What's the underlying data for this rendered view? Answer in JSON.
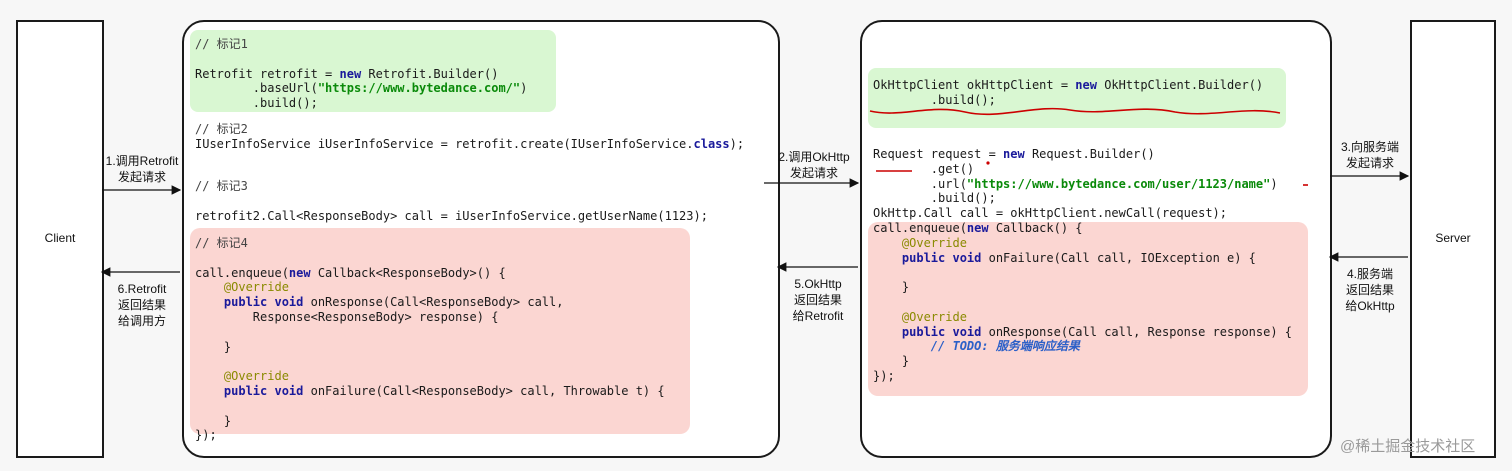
{
  "client": {
    "label": "Client"
  },
  "server": {
    "label": "Server"
  },
  "arrows": {
    "a1": "1.调用Retrofit\n发起请求",
    "a2": "2.调用OkHttp\n发起请求",
    "a3": "3.向服务端\n发起请求",
    "a4": "4.服务端\n返回结果\n给OkHttp",
    "a5": "5.OkHttp\n返回结果\n给Retrofit",
    "a6": "6.Retrofit\n返回结果\n给调用方"
  },
  "retrofit_panel": {
    "mark1_comment": "// 标记1",
    "mark1_l1_a": "Retrofit retrofit = ",
    "mark1_l1_kw": "new",
    "mark1_l1_b": " Retrofit.Builder()",
    "mark1_l2_a": "        .baseUrl(",
    "mark1_l2_str": "\"https://www.bytedance.com/\"",
    "mark1_l2_b": ")",
    "mark1_l3": "        .build();",
    "mark2_comment": "// 标记2",
    "mark2_l1_a": "IUserInfoService iUserInfoService = retrofit.create(IUserInfoService.",
    "mark2_l1_kw": "class",
    "mark2_l1_b": ");",
    "mark3_comment": "// 标记3",
    "mark3_l1": "retrofit2.Call<ResponseBody> call = iUserInfoService.getUserName(1123);",
    "mark4_comment": "// 标记4",
    "m4_l1_a": "call.enqueue(",
    "m4_l1_kw": "new",
    "m4_l1_b": " Callback<ResponseBody>() {",
    "m4_override1": "    @Override",
    "m4_l3_kw": "    public void",
    "m4_l3_b": " onResponse(Call<ResponseBody> call,",
    "m4_l4": "        Response<ResponseBody> response) {",
    "m4_l5": "",
    "m4_l6": "    }",
    "m4_l7": "",
    "m4_override2": "    @Override",
    "m4_l9_kw": "    public void",
    "m4_l9_b": " onFailure(Call<ResponseBody> call, Throwable t) {",
    "m4_l10": "",
    "m4_l11": "    }",
    "m4_l12": "});"
  },
  "okhttp_panel": {
    "client_l1_a": "OkHttpClient okHttpClient = ",
    "client_l1_kw": "new",
    "client_l1_b": " OkHttpClient.Builder()",
    "client_l2": "        .build();",
    "req_l1_a": "Request request = ",
    "req_l1_kw": "new",
    "req_l1_b": " Request.Builder()",
    "req_l2": "        .get()",
    "req_l3_a": "        .url(",
    "req_l3_str": "\"https://www.bytedance.com/user/1123/name\"",
    "req_l3_b": ")",
    "req_l4": "        .build();",
    "call_l1": "OkHttp.Call call = okHttpClient.newCall(request);",
    "enq_l1_a": "call.enqueue(",
    "enq_l1_kw": "new",
    "enq_l1_b": " Callback() {",
    "enq_override1": "    @Override",
    "enq_l3_kw": "    public void",
    "enq_l3_b": " onFailure(Call call, IOException e) {",
    "enq_l4": "",
    "enq_l5": "    }",
    "enq_l6": "",
    "enq_override2": "    @Override",
    "enq_l8_kw": "    public void",
    "enq_l8_b": " onResponse(Call call, Response response) {",
    "enq_todo_prefix": "        // ",
    "enq_todo": "TODO: 服务端响应结果",
    "enq_l10": "    }",
    "enq_l11": "});"
  },
  "watermark": "@稀土掘金技术社区",
  "colors": {
    "green": "#d9f7d2",
    "pink": "#fbd6d2",
    "annotation": "#cc0000"
  }
}
